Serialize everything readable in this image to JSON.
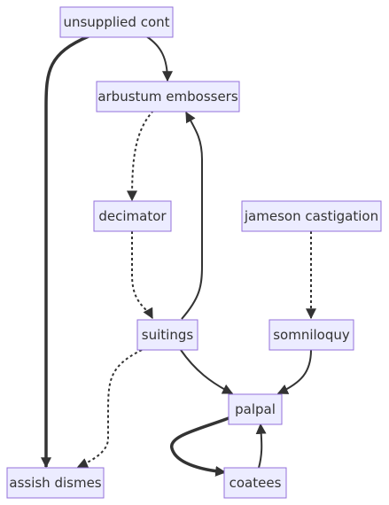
{
  "nodes": [
    {
      "id": "unsupplied",
      "label": "unsupplied cont"
    },
    {
      "id": "arbustum",
      "label": "arbustum embossers"
    },
    {
      "id": "decimator",
      "label": "decimator"
    },
    {
      "id": "jameson",
      "label": "jameson castigation"
    },
    {
      "id": "suitings",
      "label": "suitings"
    },
    {
      "id": "somniloquy",
      "label": "somniloquy"
    },
    {
      "id": "palpal",
      "label": "palpal"
    },
    {
      "id": "assish",
      "label": "assish dismes"
    },
    {
      "id": "coatees",
      "label": "coatees"
    }
  ],
  "edges": [
    {
      "from": "unsupplied",
      "to": "arbustum",
      "style": "solid"
    },
    {
      "from": "unsupplied",
      "to": "assish",
      "style": "thick"
    },
    {
      "from": "arbustum",
      "to": "decimator",
      "style": "dotted"
    },
    {
      "from": "decimator",
      "to": "suitings",
      "style": "dotted"
    },
    {
      "from": "suitings",
      "to": "arbustum",
      "style": "solid"
    },
    {
      "from": "suitings",
      "to": "assish",
      "style": "dotted"
    },
    {
      "from": "suitings",
      "to": "palpal",
      "style": "solid"
    },
    {
      "from": "jameson",
      "to": "somniloquy",
      "style": "dotted"
    },
    {
      "from": "somniloquy",
      "to": "palpal",
      "style": "solid"
    },
    {
      "from": "palpal",
      "to": "coatees",
      "style": "thick"
    },
    {
      "from": "coatees",
      "to": "palpal",
      "style": "solid"
    }
  ],
  "colors": {
    "node_fill": "#ECECFF",
    "node_stroke": "#9370DB",
    "edge": "#333333",
    "text": "#333333"
  }
}
